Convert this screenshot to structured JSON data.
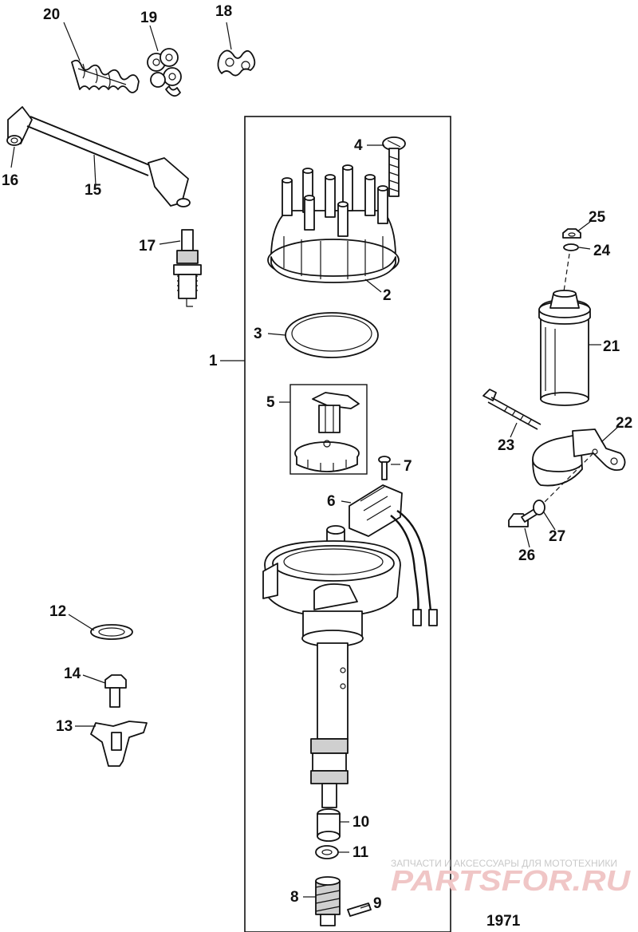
{
  "callouts": [
    {
      "id": "c1",
      "text": "1"
    },
    {
      "id": "c2",
      "text": "2"
    },
    {
      "id": "c3",
      "text": "3"
    },
    {
      "id": "c4",
      "text": "4"
    },
    {
      "id": "c5",
      "text": "5"
    },
    {
      "id": "c6",
      "text": "6"
    },
    {
      "id": "c7",
      "text": "7"
    },
    {
      "id": "c8",
      "text": "8"
    },
    {
      "id": "c9",
      "text": "9"
    },
    {
      "id": "c10",
      "text": "10"
    },
    {
      "id": "c11",
      "text": "11"
    },
    {
      "id": "c12",
      "text": "12"
    },
    {
      "id": "c13",
      "text": "13"
    },
    {
      "id": "c14",
      "text": "14"
    },
    {
      "id": "c15",
      "text": "15"
    },
    {
      "id": "c16",
      "text": "16"
    },
    {
      "id": "c17",
      "text": "17"
    },
    {
      "id": "c18",
      "text": "18"
    },
    {
      "id": "c19",
      "text": "19"
    },
    {
      "id": "c20",
      "text": "20"
    },
    {
      "id": "c21",
      "text": "21"
    },
    {
      "id": "c22",
      "text": "22"
    },
    {
      "id": "c23",
      "text": "23"
    },
    {
      "id": "c24",
      "text": "24"
    },
    {
      "id": "c25",
      "text": "25"
    },
    {
      "id": "c26",
      "text": "26"
    },
    {
      "id": "c27",
      "text": "27"
    }
  ],
  "figure_number": "1971",
  "watermark": {
    "tagline": "ЗАПЧАСТИ И АКСЕССУАРЫ ДЛЯ МОТОТЕХНИКИ",
    "logo": "PARTSFOR.RU"
  },
  "colors": {
    "line": "#111111",
    "watermark_logo": "#f0c6c6",
    "watermark_text": "#c9c9c9"
  }
}
